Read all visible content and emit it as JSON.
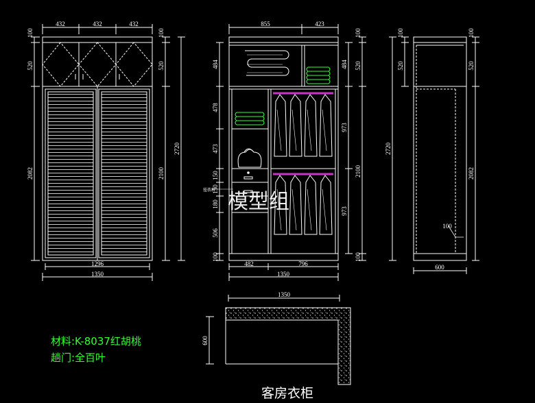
{
  "drawing_title": "客房衣柜",
  "notes": {
    "material": "材料:K-8037红胡桃",
    "door": "趟门:全百叶"
  },
  "watermark": "模型组",
  "label_hanging_rod": "挂衣杆",
  "colors": {
    "background": "#000000",
    "lines": "#ffffff",
    "notes": "#33ff33",
    "hanger_rail": "#cc33cc"
  },
  "front_view": {
    "top_widths": [
      "432",
      "432",
      "432"
    ],
    "bottom_inner_width": "1296",
    "overall_width": "1350",
    "left_heights": [
      "100",
      "520",
      "2082"
    ],
    "right_heights": [
      "100",
      "520",
      "2100"
    ],
    "total_height": "2720"
  },
  "interior_view": {
    "top_widths": [
      "855",
      "423"
    ],
    "bottom_widths": [
      "482",
      "796"
    ],
    "overall_width": "1350",
    "left_heights": [
      "484",
      "478",
      "473",
      "150",
      "150",
      "180",
      "506",
      "100"
    ],
    "right_heights_a": [
      "484",
      "973",
      "973"
    ],
    "right_heights_b": [
      "100",
      "520",
      "2100",
      "100"
    ]
  },
  "side_view": {
    "left_heights": [
      "100",
      "520",
      "2720"
    ],
    "right_heights": [
      "100",
      "520",
      "2082"
    ],
    "callout": "100",
    "depth": "600"
  },
  "plan_view": {
    "width": "1350",
    "depth": "600"
  }
}
